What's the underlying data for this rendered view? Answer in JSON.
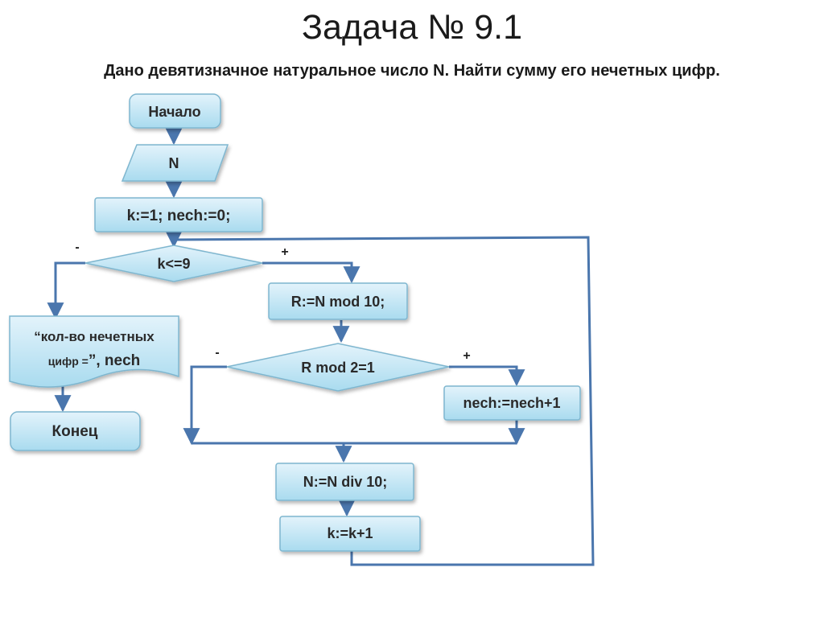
{
  "slide": {
    "title": "Задача № 9.1",
    "subtitle": "Дано девятизначное натуральное число N. Найти сумму его нечетных цифр."
  },
  "flowchart": {
    "start": "Начало",
    "input": "N",
    "init": "k:=1; nech:=0;",
    "loop_condition": "k<=9",
    "loop_yes": "+",
    "loop_no": "-",
    "get_digit": "R:=N mod 10;",
    "odd_condition": "R mod 2=1",
    "odd_yes": "+",
    "odd_no": "-",
    "increment_sum": "nech:=nech+1",
    "drop_digit": "N:=N div 10;",
    "increment_k": "k:=k+1",
    "output_line1": "“кол-во нечетных",
    "output_line2_prefix": "цифр =",
    "output_line2_suffix": "”, nech",
    "end": "Конец"
  },
  "colors": {
    "box_fill_top": "#e3f3fb",
    "box_fill_bottom": "#a9dbef",
    "box_border": "#7eb6cf",
    "arrow": "#4a76ad"
  }
}
